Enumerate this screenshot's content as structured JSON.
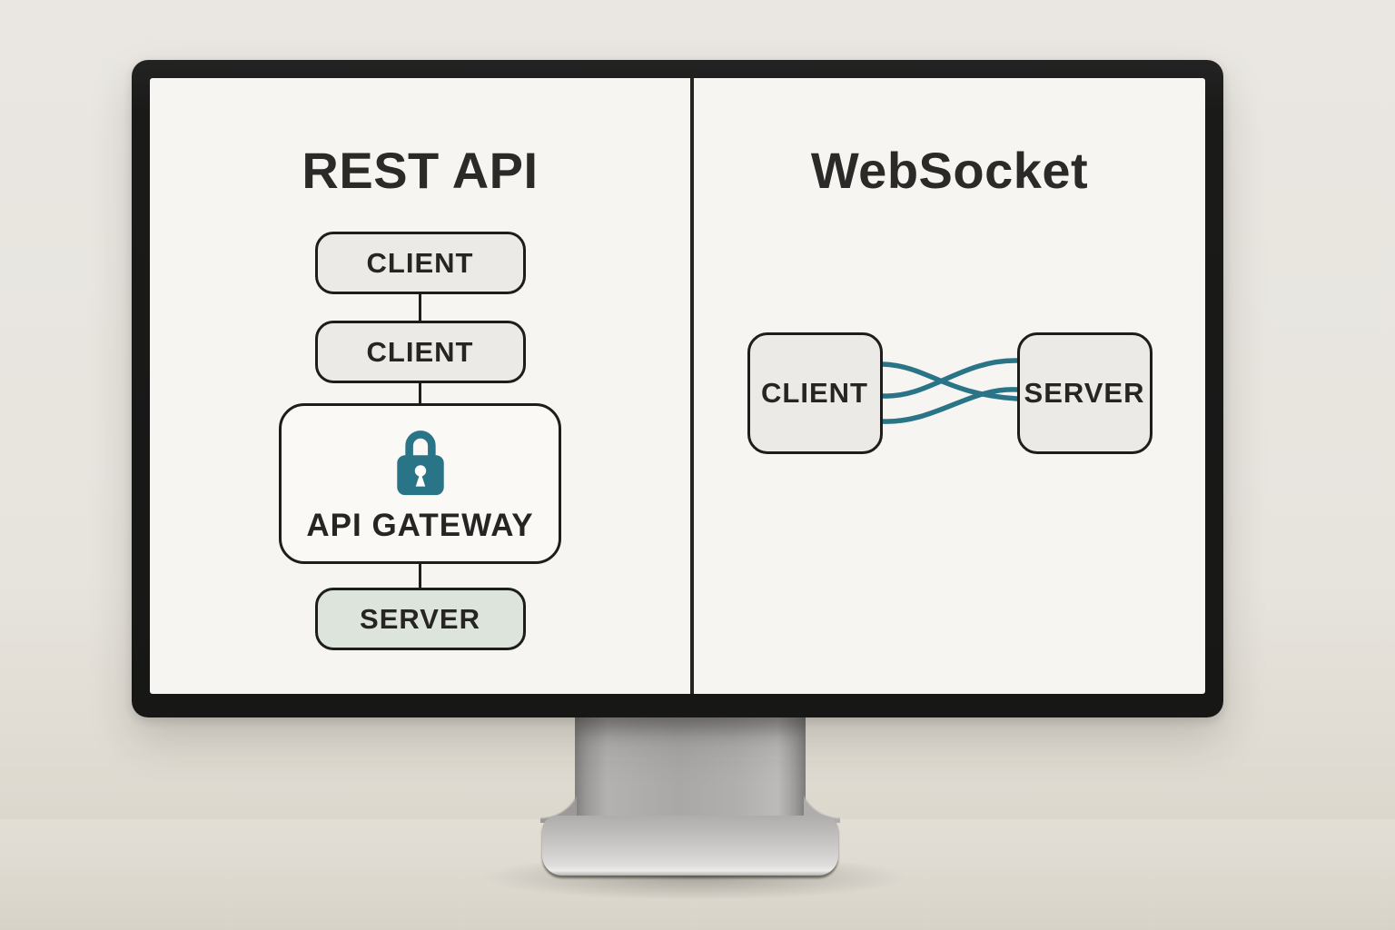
{
  "left_panel": {
    "title": "REST API",
    "nodes": [
      {
        "label": "CLIENT"
      },
      {
        "label": "CLIENT"
      },
      {
        "label": "API GATEWAY",
        "icon": "lock-icon"
      },
      {
        "label": "SERVER"
      }
    ]
  },
  "right_panel": {
    "title": "WebSocket",
    "client_label": "CLIENT",
    "server_label": "SERVER",
    "connection": "three-crossing-lines"
  },
  "colors": {
    "teal": "#2a7487",
    "box_border": "#1e1d1b",
    "node_fill": "#eceae6",
    "gateway_fill": "#fbf9f6",
    "server_fill": "#dde4dc",
    "screen_bg": "#f7f5f1",
    "bezel": "#1a1a19",
    "text": "#2b2a28"
  }
}
